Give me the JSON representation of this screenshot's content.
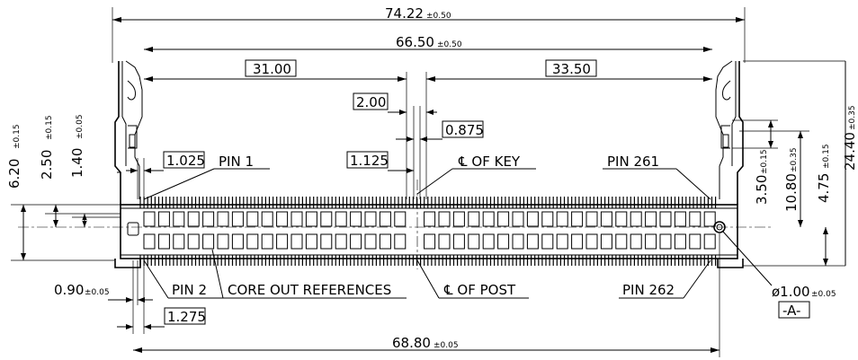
{
  "dimensions": {
    "overall_width": {
      "value": "74.22",
      "tol": "±0.50"
    },
    "inner_width": {
      "value": "66.50",
      "tol": "±0.50"
    },
    "left_span": {
      "value": "31.00"
    },
    "right_span": {
      "value": "33.50"
    },
    "key_width": {
      "value": "2.00"
    },
    "key_offset": {
      "value": "0.875"
    },
    "pin1_offset": {
      "value": "1.025"
    },
    "key_pitch": {
      "value": "1.125"
    },
    "pin2_offset": {
      "value": "1.275"
    },
    "pin_width": {
      "value": "0.90",
      "tol": "±0.05"
    },
    "bottom_width": {
      "value": "68.80",
      "tol": "±0.05"
    },
    "hole_dia": {
      "value": "ø1.00",
      "tol": "±0.05"
    },
    "left_h1": {
      "value": "6.20",
      "tol": "±0.15"
    },
    "left_h2": {
      "value": "2.50",
      "tol": "±0.15"
    },
    "left_h3": {
      "value": "1.40",
      "tol": "±0.05"
    },
    "right_h1": {
      "value": "3.50",
      "tol": "±0.15"
    },
    "right_h2": {
      "value": "10.80",
      "tol": "±0.35"
    },
    "right_h3": {
      "value": "4.75",
      "tol": "±0.15"
    },
    "right_h4": {
      "value": "24.40",
      "tol": "±0.35"
    }
  },
  "labels": {
    "pin1": "PIN 1",
    "pin261": "PIN 261",
    "pin2": "PIN 2",
    "pin262": "PIN 262",
    "key": "℄ OF KEY",
    "post": "℄ OF POST",
    "core": "CORE OUT REFERENCES",
    "datum": "-A-"
  }
}
